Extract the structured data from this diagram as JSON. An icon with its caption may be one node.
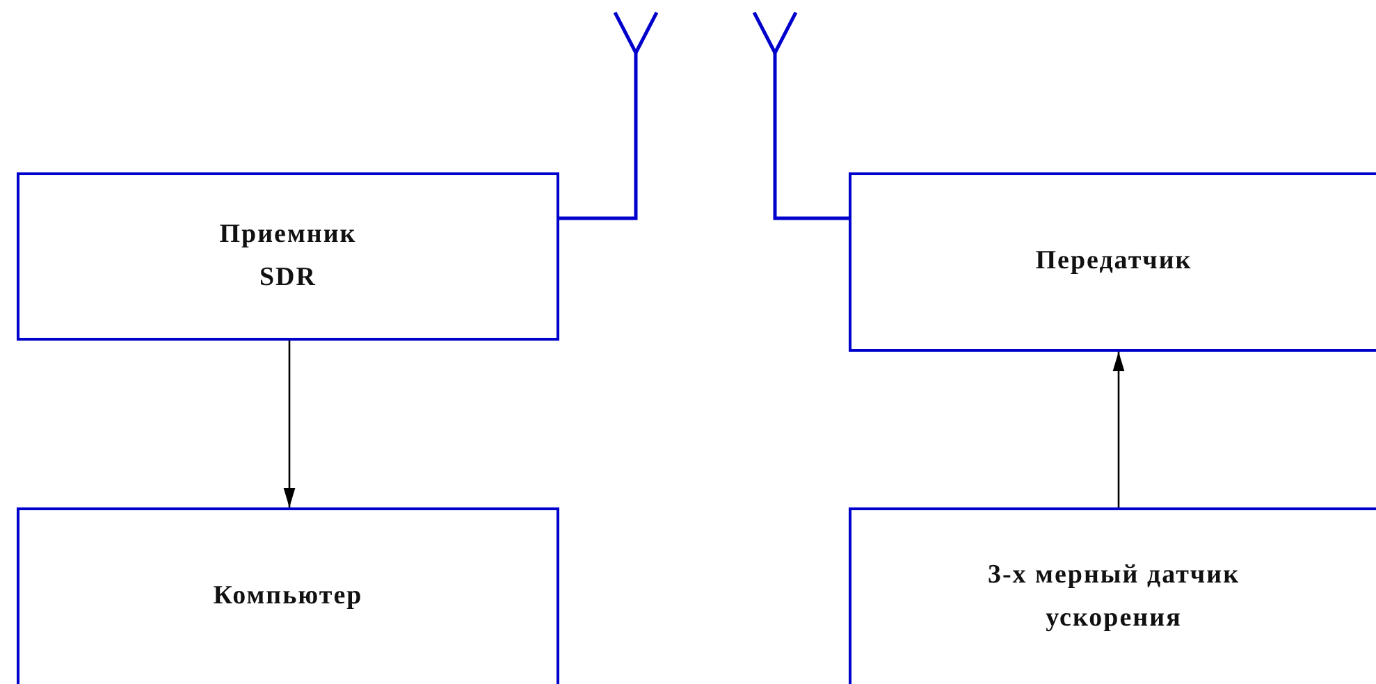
{
  "diagram": {
    "nodes": [
      {
        "text": [],
        "shape": "antenna"
      },
      {
        "text": [],
        "shape": "antenna"
      },
      {
        "text": [
          "Приемник SDR"
        ]
      },
      {
        "text": [
          "Передатчик"
        ]
      },
      {
        "text": [
          "Компьютер"
        ]
      },
      {
        "text": [
          "3-х мерный датчик ускорения"
        ]
      }
    ],
    "edges": [
      {
        "from": 2,
        "to": 0,
        "arrow": "none",
        "color": "#0000cc"
      },
      {
        "from": 1,
        "to": 3,
        "arrow": "none",
        "color": "#0000cc"
      },
      {
        "from": 2,
        "to": 4,
        "arrow": "to",
        "color": "#000000"
      },
      {
        "from": 5,
        "to": 3,
        "arrow": "to",
        "color": "#000000"
      }
    ]
  }
}
